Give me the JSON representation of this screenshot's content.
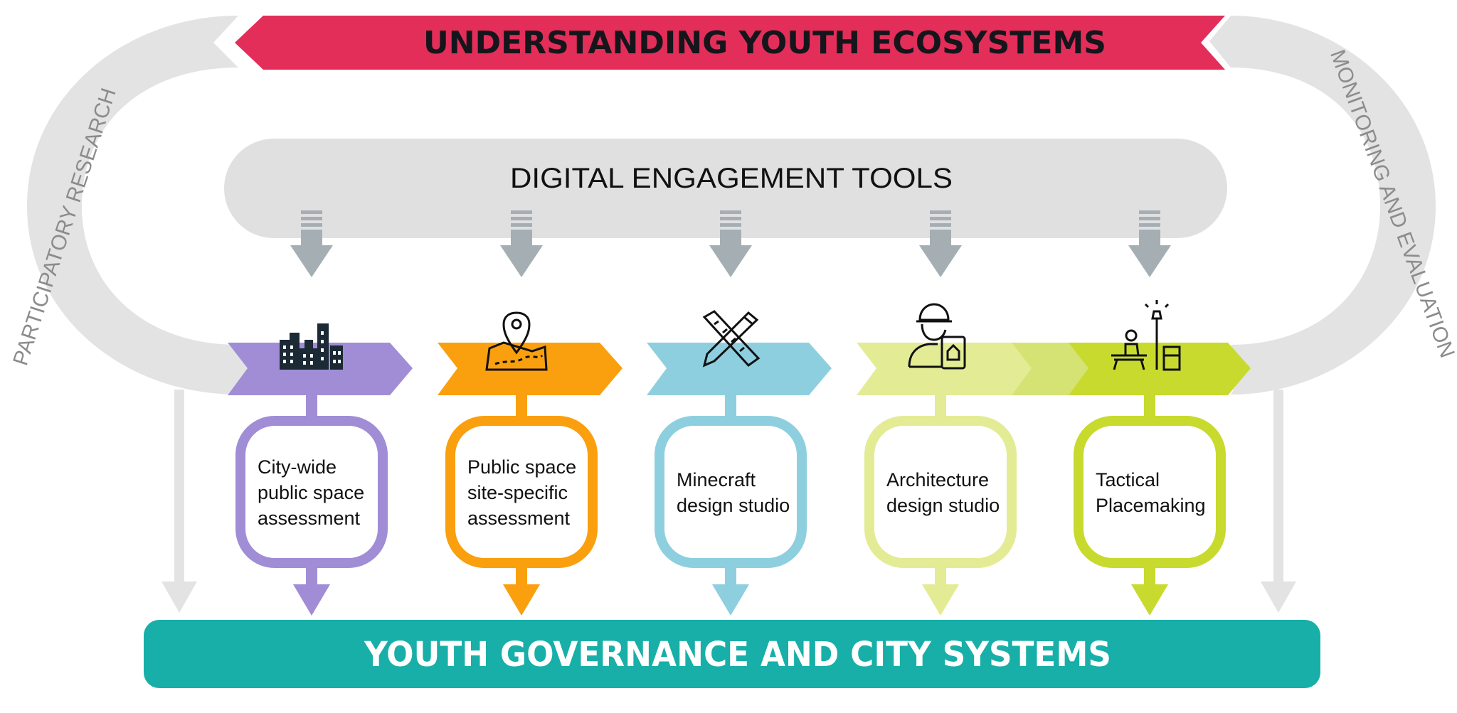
{
  "top_banner": {
    "label": "UNDERSTANDING YOUTH ECOSYSTEMS",
    "color": "#E32E59"
  },
  "digital_tools": {
    "label": "DIGITAL ENGAGEMENT TOOLS",
    "color": "#E0E0E0"
  },
  "bottom_banner": {
    "label": "YOUTH GOVERNANCE AND CITY SYSTEMS",
    "color": "#17AFA8"
  },
  "side_labels": {
    "left": "PARTICIPATORY RESEARCH",
    "right": "MONITORING AND EVALUATION"
  },
  "loop_color": "#E3E3E3",
  "down_arrow_color": "#A5AFB3",
  "stages": [
    {
      "icon": "city-buildings-icon",
      "color": "#A08DD6",
      "lines": [
        "City-wide",
        "public space",
        "assessment"
      ]
    },
    {
      "icon": "map-pin-icon",
      "color": "#FA9F0E",
      "lines": [
        "Public space",
        "site-specific",
        "assessment"
      ]
    },
    {
      "icon": "ruler-pencil-icon",
      "color": "#8ECFDF",
      "lines": [
        "Minecraft",
        "design studio"
      ]
    },
    {
      "icon": "architect-icon",
      "color": "#E3EC94",
      "lines": [
        "Architecture",
        "design studio"
      ]
    },
    {
      "icon": "bench-streetlight-icon",
      "color": "#C8DA2E",
      "lines": [
        "Tactical",
        "Placemaking"
      ]
    }
  ]
}
